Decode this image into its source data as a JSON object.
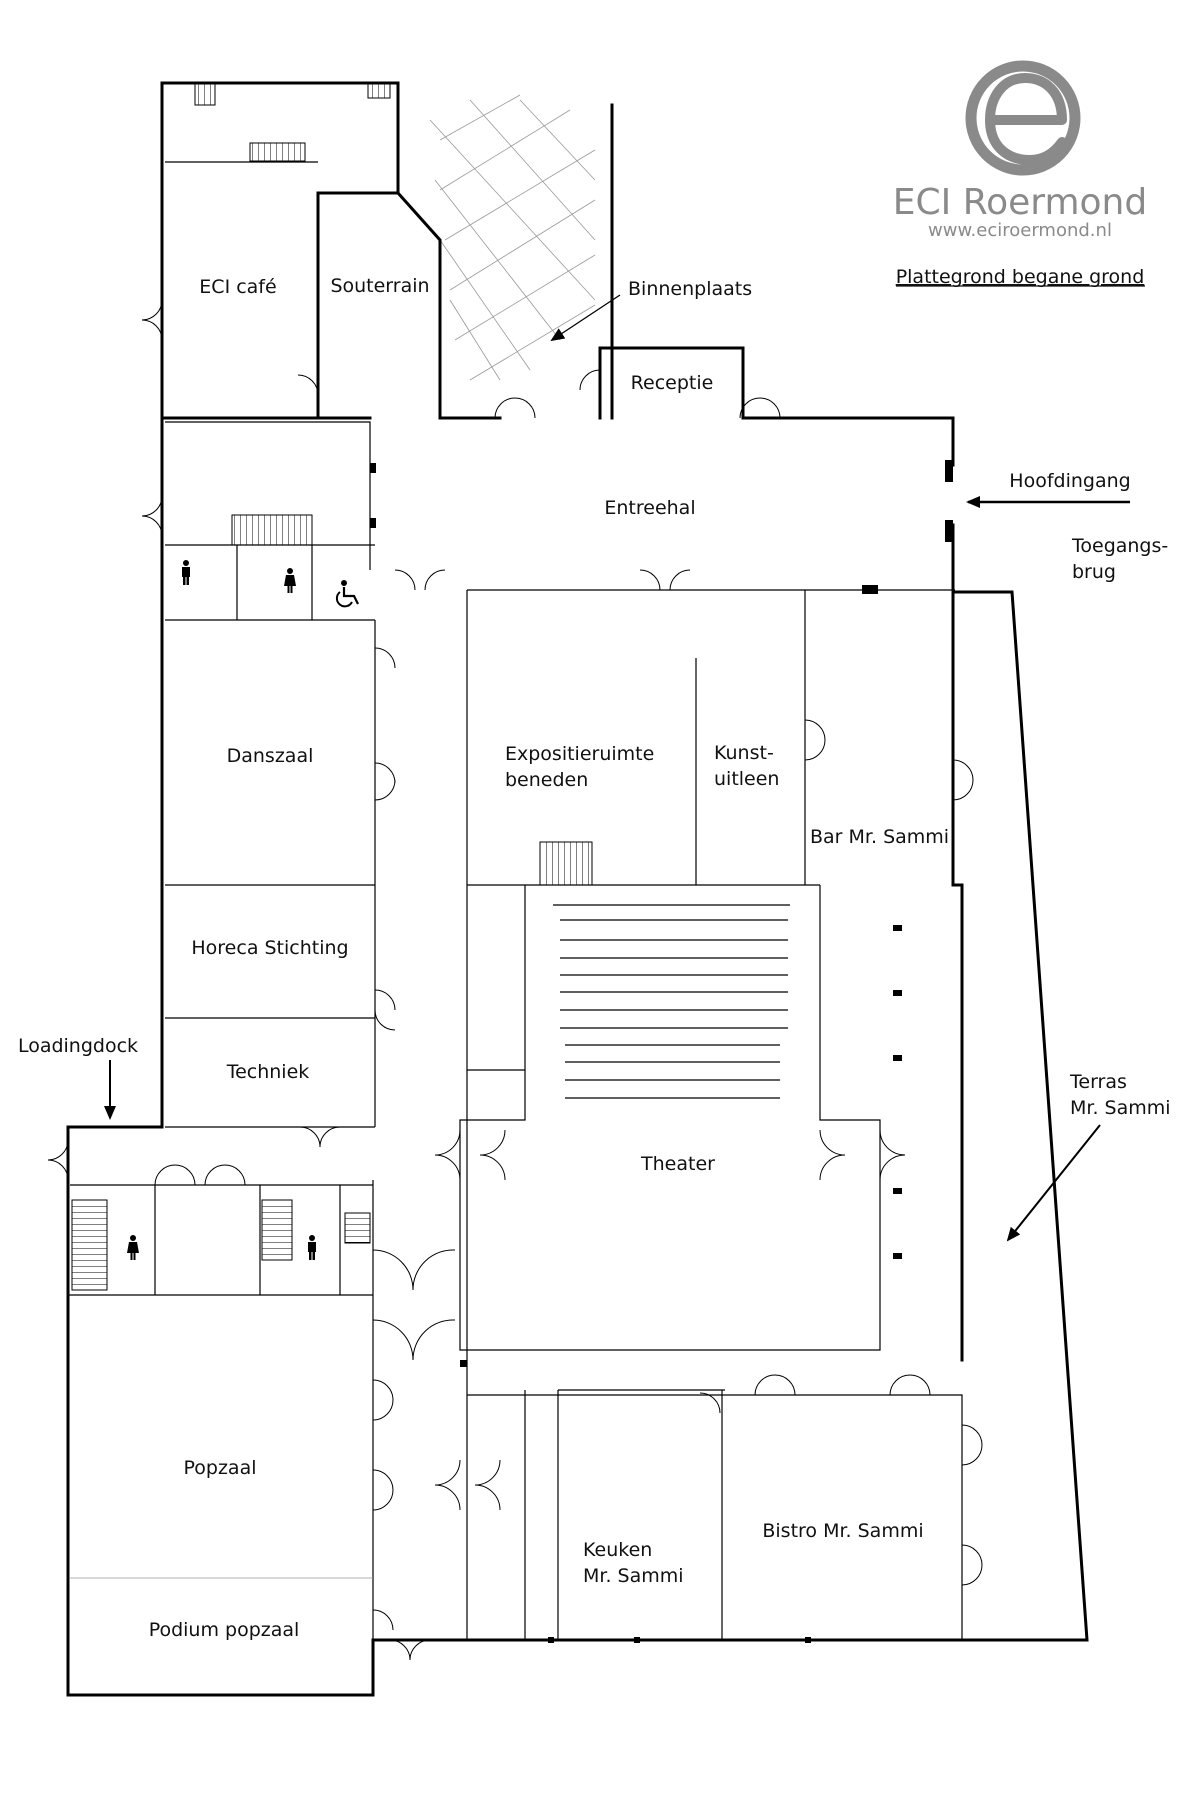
{
  "brand": {
    "name": "ECI Roermond",
    "url": "www.eciroermond.nl",
    "logo_icon": "eci-e-logo",
    "color": "#8a8a8a"
  },
  "title": "Plattegrond begane grond",
  "rooms": {
    "eci_cafe": "ECI café",
    "souterrain": "Souterrain",
    "binnenplaats": "Binnenplaats",
    "receptie": "Receptie",
    "entreehal": "Entreehal",
    "hoofdingang": "Hoofdingang",
    "toegangsbrug_1": "Toegangs-",
    "toegangsbrug_2": "brug",
    "danszaal": "Danszaal",
    "expositie_1": "Expositieruimte",
    "expositie_2": "beneden",
    "kunst_1": "Kunst-",
    "kunst_2": "uitleen",
    "bar": "Bar Mr. Sammi",
    "horeca": "Horeca Stichting",
    "techniek": "Techniek",
    "loadingdock": "Loadingdock",
    "theater": "Theater",
    "terras_1": "Terras",
    "terras_2": "Mr. Sammi",
    "popzaal": "Popzaal",
    "podium": "Podium popzaal",
    "keuken_1": "Keuken",
    "keuken_2": "Mr. Sammi",
    "bistro": "Bistro Mr. Sammi"
  },
  "icons": [
    "man-restroom-icon",
    "woman-restroom-icon",
    "wheelchair-icon",
    "stairs-icon",
    "arrow-icon"
  ]
}
